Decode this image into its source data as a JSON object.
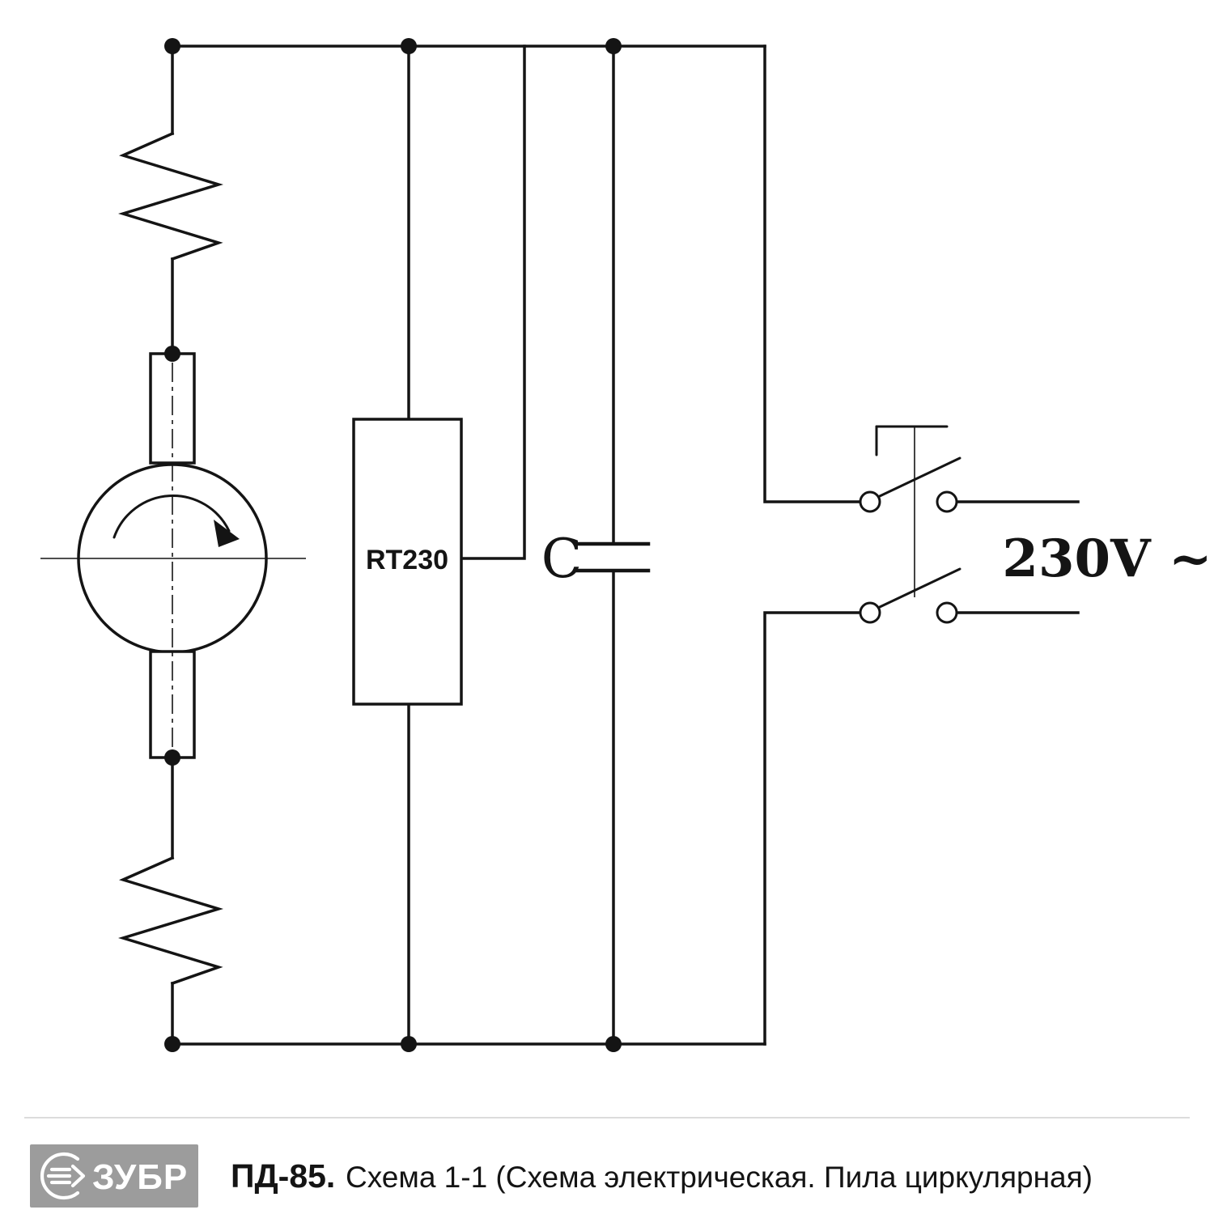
{
  "diagram": {
    "thermal_protector_label": "RT230",
    "capacitor_label": "C",
    "voltage_label": "230V ~"
  },
  "footer": {
    "brand": "ЗУБР",
    "model": "ПД-85.",
    "caption": "Схема 1-1 (Схема электрическая. Пила циркулярная)"
  },
  "colors": {
    "line": "#141414",
    "logo_background": "#9c9c9c",
    "divider": "#dcdcdc"
  }
}
